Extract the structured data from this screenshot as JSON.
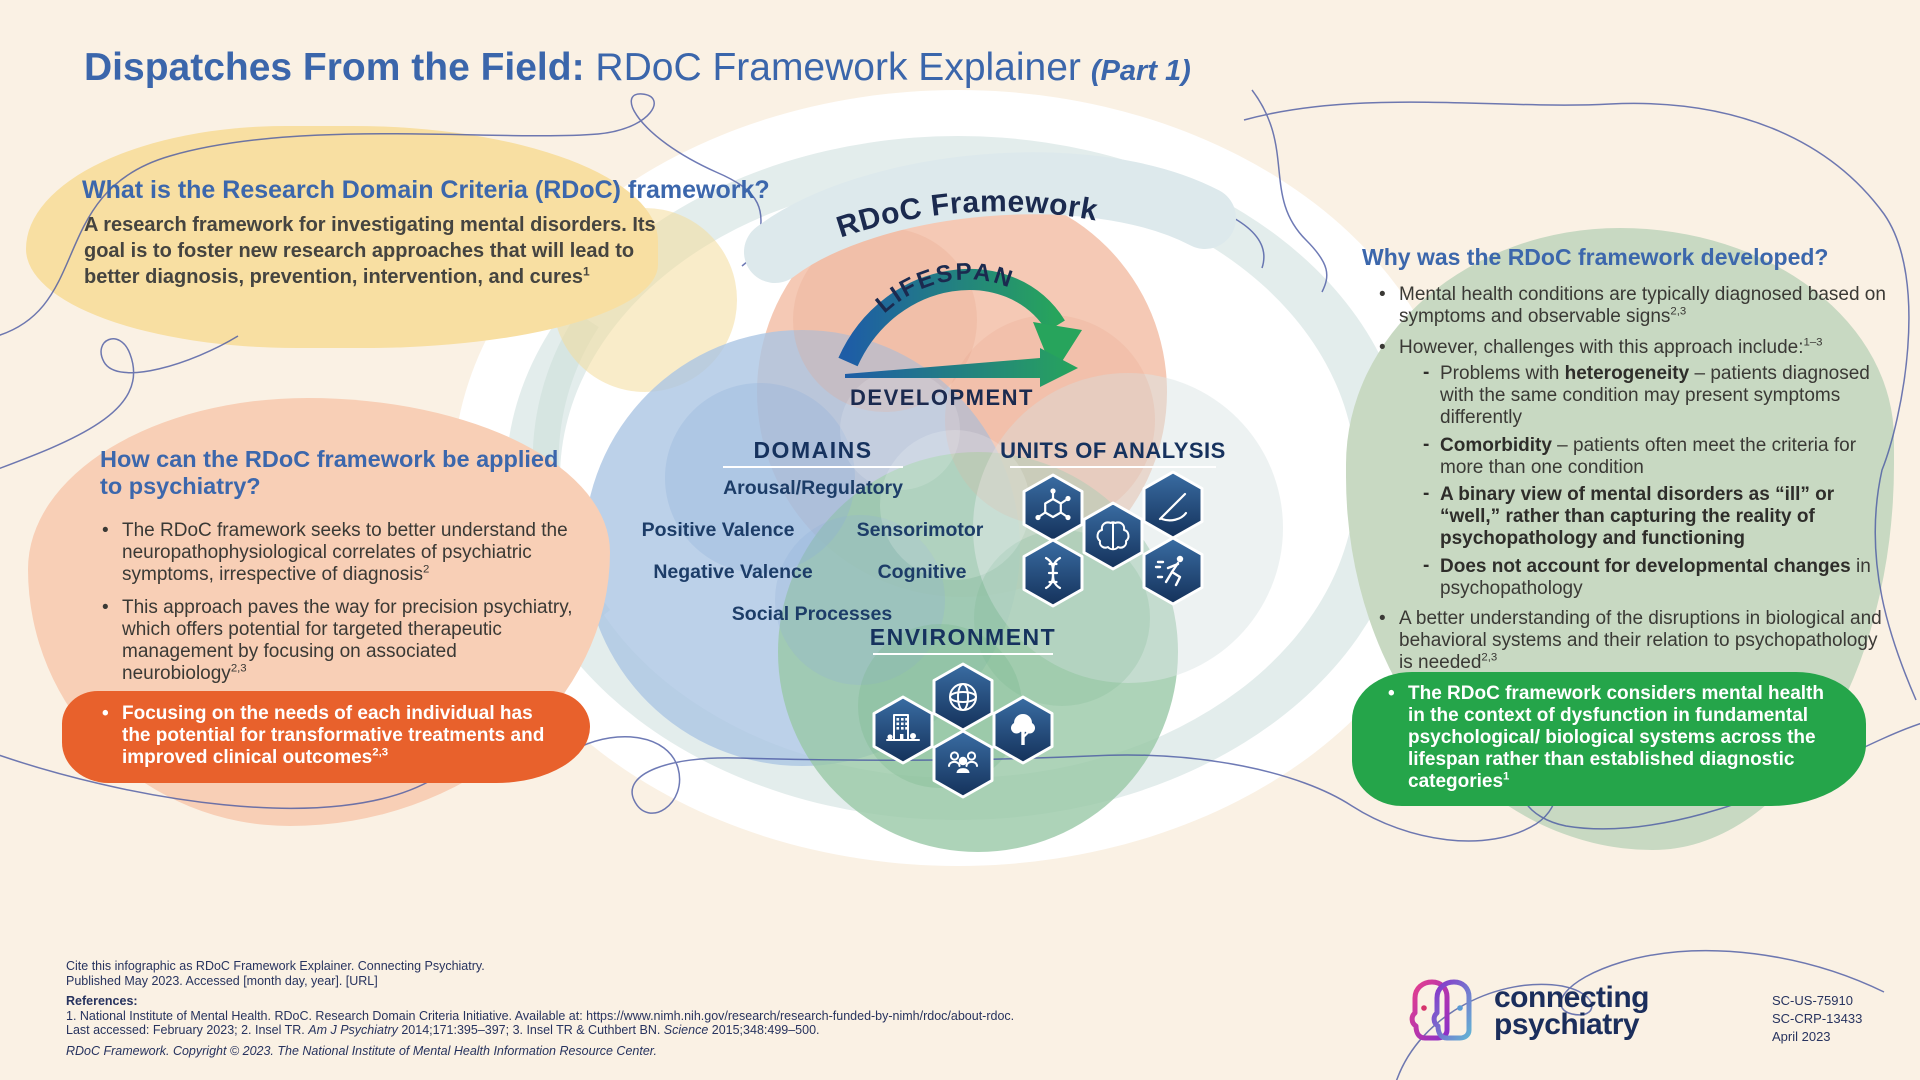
{
  "title": {
    "bold": "Dispatches From the Field:",
    "regular": " RDoC Framework Explainer",
    "italic": "(Part 1)"
  },
  "what_box": {
    "heading": "What is the Research Domain Criteria (RDoC) framework?",
    "body": "A research framework for investigating mental disorders. Its goal is to foster new research approaches that will lead to better diagnosis, prevention, intervention, and cures",
    "body_sup": "1"
  },
  "how_box": {
    "heading": "How can the RDoC framework be applied to psychiatry?",
    "bullets": [
      {
        "text": "The RDoC framework seeks to better understand the neuropathophysiological correlates of psychiatric symptoms, irrespective of diagnosis",
        "sup": "2"
      },
      {
        "text": "This approach paves the way for precision psychiatry, which offers potential for targeted therapeutic management by focusing on associated neurobiology",
        "sup": "2,3"
      }
    ],
    "highlight": {
      "text": "Focusing on the needs of each individual has the potential for transformative treatments and improved clinical outcomes",
      "sup": "2,3"
    }
  },
  "why_box": {
    "heading": "Why was the RDoC framework developed?",
    "bullet1": {
      "text": "Mental health conditions are typically diagnosed based on symptoms and observable signs",
      "sup": "2,3"
    },
    "bullet2": {
      "text": "However, challenges with this approach include:",
      "sup": "1–3"
    },
    "subs": [
      {
        "pre": "Problems with ",
        "bold": "heterogeneity",
        "post": " – patients diagnosed with the same condition may present symptoms differently"
      },
      {
        "pre": "",
        "bold": "Comorbidity",
        "post": " – patients often meet the criteria for more than one condition"
      },
      {
        "pre": "",
        "bold": "A binary view of mental disorders as “ill” or “well,” rather than capturing the reality of psychopathology and functioning",
        "post": ""
      },
      {
        "pre": "",
        "bold": "Does not account for developmental changes",
        "post": " in psychopathology"
      }
    ],
    "bullet3": {
      "text": "A better understanding of the disruptions in biological and behavioral systems and their relation to psychopathology is needed",
      "sup": "2,3"
    },
    "highlight": {
      "text": "The RDoC framework considers mental health in the context of dysfunction in fundamental psychological/ biological systems across the lifespan rather than established diagnostic categories",
      "sup": "1"
    }
  },
  "diagram": {
    "band_label": "RDoC Framework",
    "lifespan_label": "LIFESPAN",
    "development_label": "DEVELOPMENT",
    "domains_header": "DOMAINS",
    "domains": [
      "Arousal/Regulatory",
      "Positive Valence",
      "Sensorimotor",
      "Negative Valence",
      "Cognitive",
      "Social Processes"
    ],
    "units_header": "UNITS OF ANALYSIS",
    "units_icons": [
      "molecule-icon",
      "writing-icon",
      "brain-icon",
      "dna-icon",
      "activity-icon"
    ],
    "environment_header": "ENVIRONMENT",
    "environment_icons": [
      "building-icon",
      "globe-icon",
      "tree-icon",
      "people-icon"
    ]
  },
  "footer": {
    "cite1": "Cite this infographic as RDoC Framework Explainer. Connecting Psychiatry.",
    "cite2": "Published May 2023. Accessed [month day, year]. [URL]",
    "refs_label": "References:",
    "ref1": "1. National Institute of Mental Health. RDoC. Research Domain Criteria Initiative. Available at: https://www.nimh.nih.gov/research/research-funded-by-nimh/rdoc/about-rdoc.",
    "ref2_pre": "Last accessed: February 2023; 2. Insel TR. ",
    "ref2_it1": "Am J Psychiatry",
    "ref2_mid": " 2014;171:395–397; 3. Insel TR & Cuthbert BN. ",
    "ref2_it2": "Science",
    "ref2_post": " 2015;348:499–500.",
    "copyright": "RDoC Framework. Copyright © 2023. The National Institute of Mental Health Information Resource Center."
  },
  "logo": {
    "line1": "connecting",
    "line2": "psychiatry",
    "codes": [
      "SC-US-75910",
      "SC-CRP-13433",
      "April 2023"
    ]
  },
  "colors": {
    "accent_blue": "#3b66ab",
    "navy": "#1b2f55",
    "yellow_blob": "#f8dfa2",
    "peach_blob": "#f8cfb6",
    "orange_highlight": "#e8612c",
    "sage_blob": "#c8d9c2",
    "green_highlight": "#25a54a",
    "hexagon_navy": "#1f4a7c",
    "background": "#faf1e4"
  }
}
